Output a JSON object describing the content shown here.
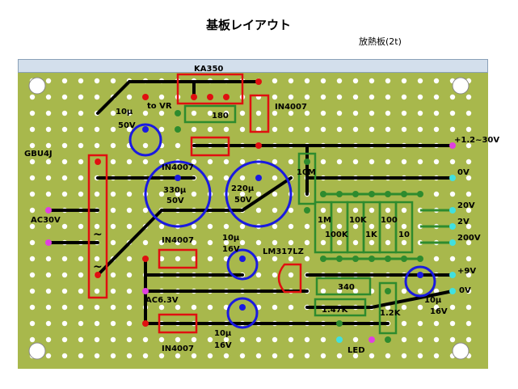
{
  "title": "基板レイアウト",
  "subtitle": "放熱板(2t)",
  "colors": {
    "board": "#a8b84c",
    "hole": "#ffffff",
    "trace": "#000000",
    "green_pad": "#2e8b2e",
    "red_outline": "#e01010",
    "green_outline": "#2e8b2e",
    "blue_outline": "#1a1ae0",
    "magenta_terminal": "#e040e0",
    "cyan_terminal": "#40e0e0"
  },
  "labels": {
    "ka350": "KA350",
    "in4007_top": "IN4007",
    "cap10_top": "10μ",
    "cap10_top_v": "50V",
    "to_vr": "to VR",
    "r180": "180",
    "in4007_left": "IN4007",
    "gbu4j": "GBU4J",
    "cap330": "330μ",
    "cap330_v": "50V",
    "cap220": "220μ",
    "cap220_v": "50V",
    "r10m": "10M",
    "ac30v": "AC30V",
    "in4007_mid": "IN4007",
    "cap10_mid": "10μ",
    "cap10_mid_v": "16V",
    "lm317": "LM317LZ",
    "r1m": "1M",
    "r100k": "100K",
    "r10k": "10K",
    "r1k": "1K",
    "r100": "100",
    "r10": "10",
    "ac63v": "AC6.3V",
    "r340": "340",
    "r147k": "1.47K",
    "r12k": "1.2K",
    "cap10_bot": "10μ",
    "cap10_bot_v": "16V",
    "cap10_right": "10μ",
    "cap10_right_v": "16V",
    "in4007_bot": "IN4007",
    "led": "LED",
    "tilde_top": "~",
    "tilde_bot": "~"
  },
  "terminals": {
    "v12_30": "+1.2~30V",
    "v0_top": "0V",
    "v20": "20V",
    "v2": "2V",
    "v200": "200V",
    "v9": "+9V",
    "v0_bot": "0V"
  }
}
